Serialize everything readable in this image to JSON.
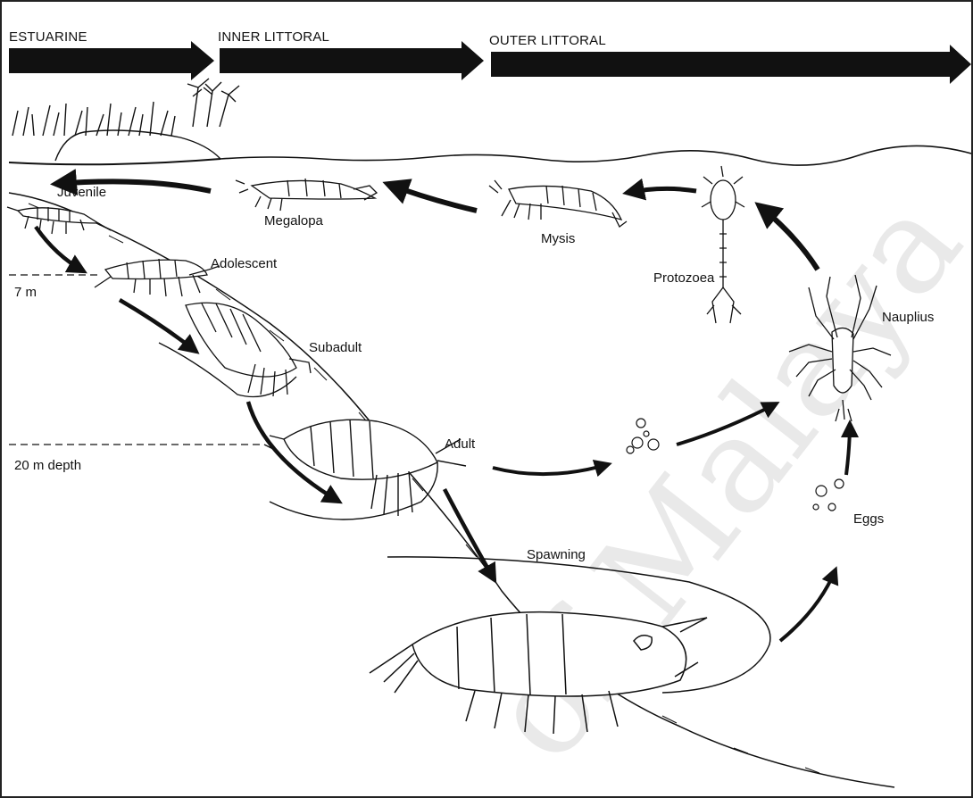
{
  "zones": {
    "estuarine": "ESTUARINE",
    "inner_littoral": "INNER LITTORAL",
    "outer_littoral": "OUTER LITTORAL"
  },
  "depths": {
    "seven": "7 m",
    "twenty": "20 m depth"
  },
  "stages": {
    "juvenile": "Juvenile",
    "megalopa": "Megalopa",
    "mysis": "Mysis",
    "protozoea": "Protozoea",
    "nauplius": "Nauplius",
    "adolescent": "Adolescent",
    "subadult": "Subadult",
    "adult": "Adult",
    "spawning": "Spawning",
    "eggs": "Eggs"
  },
  "watermark": "of Malaya",
  "colors": {
    "ink": "#111111",
    "watermark": "#e9e9e9"
  }
}
